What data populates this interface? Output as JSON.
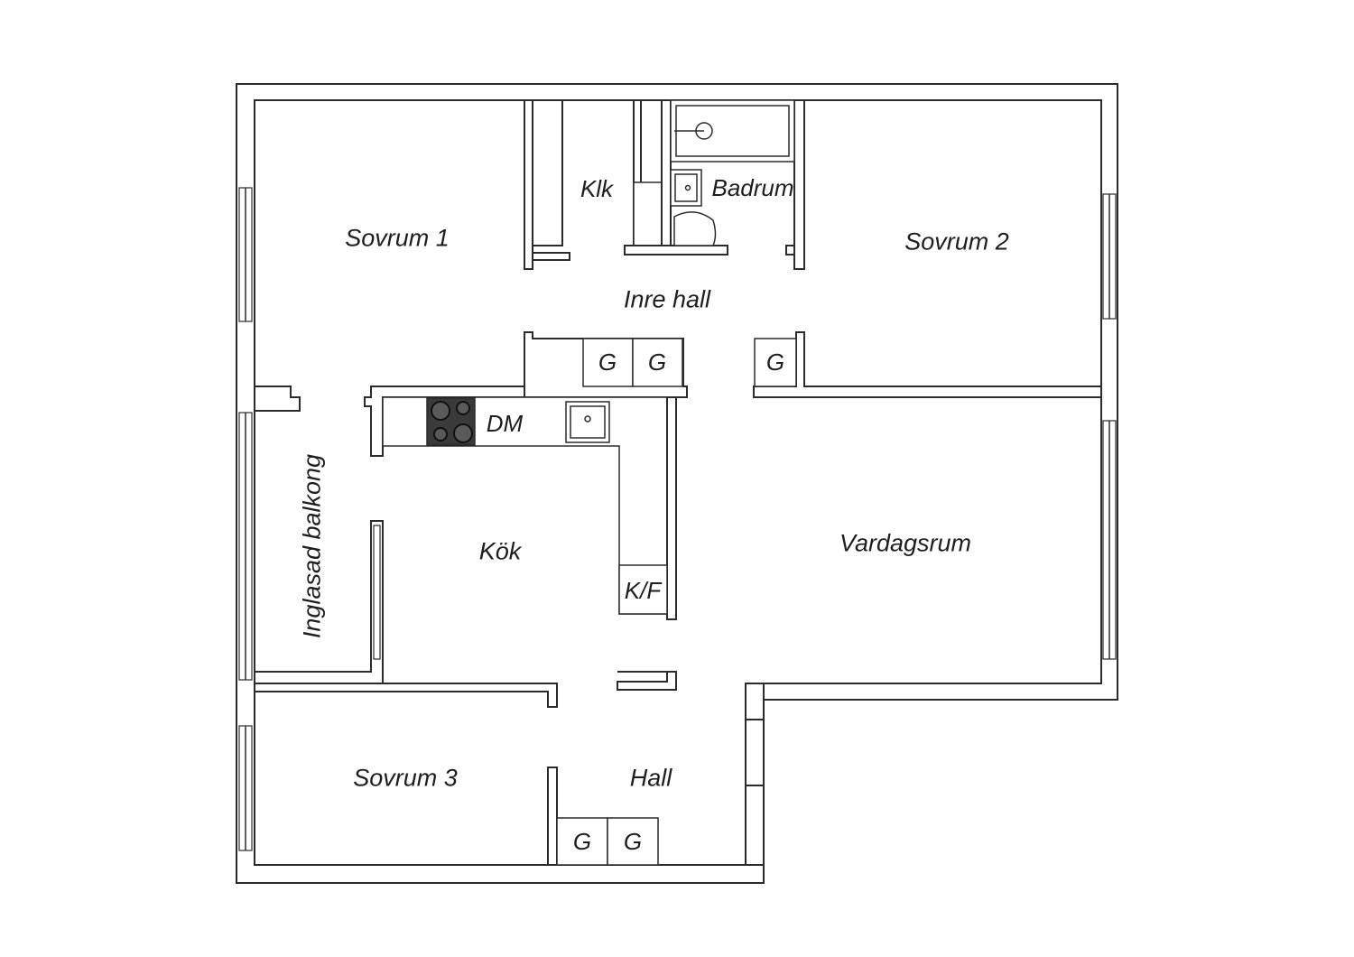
{
  "rooms": {
    "sovrum1": "Sovrum 1",
    "klk": "Klk",
    "badrum": "Badrum",
    "sovrum2": "Sovrum 2",
    "inre_hall": "Inre hall",
    "dm": "DM",
    "balkong": "Inglasad balkong",
    "kok": "Kök",
    "kf": "K/F",
    "vardagsrum": "Vardagsrum",
    "sovrum3": "Sovrum 3",
    "hall": "Hall"
  },
  "closet_label": "G"
}
